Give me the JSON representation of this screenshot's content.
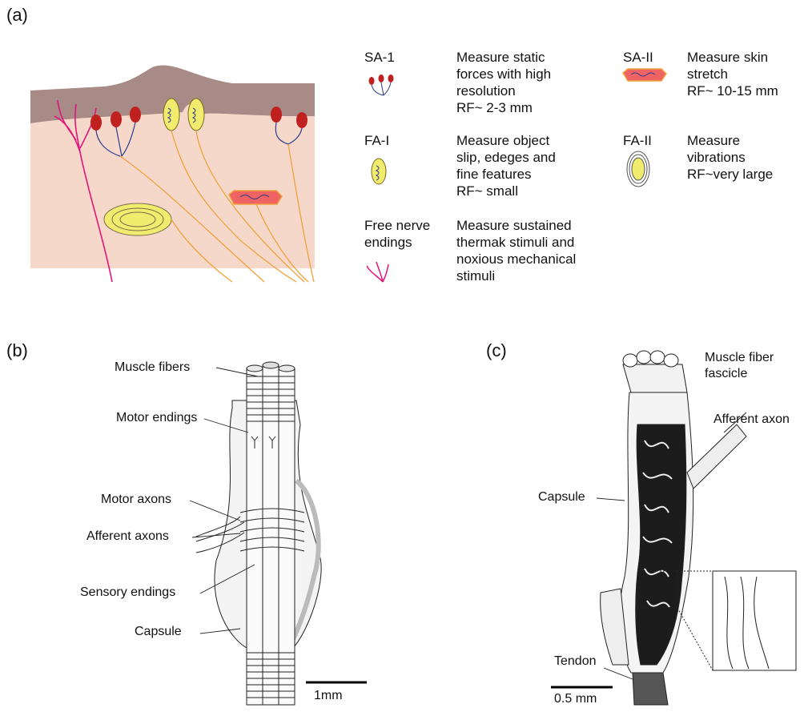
{
  "panels": {
    "a": {
      "label": "(a)",
      "legend": [
        {
          "name": "SA-1",
          "description": "Measure static\nforces with high\nresolution\nRF~ 2-3 mm"
        },
        {
          "name": "SA-II",
          "description": "Measure skin\nstretch\nRF~ 10-15 mm"
        },
        {
          "name": "FA-I",
          "description": "Measure object\nslip, edeges and\nfine features\nRF~ small"
        },
        {
          "name": "FA-II",
          "description": "Measure\nvibrations\nRF~very large"
        },
        {
          "name": "Free nerve\nendings",
          "description": "Measure sustained\nthermak stimuli and\nnoxious mechanical\nstimuli"
        }
      ]
    },
    "b": {
      "label": "(b)",
      "callouts": [
        "Muscle fibers",
        "Motor endings",
        "Motor axons",
        "Afferent axons",
        "Sensory endings",
        "Capsule"
      ],
      "scale": "1mm"
    },
    "c": {
      "label": "(c)",
      "callouts": [
        "Muscle fiber\nfascicle",
        "Afferent axon",
        "Capsule",
        "Tendon"
      ],
      "scale": "0.5 mm"
    }
  },
  "colors": {
    "epidermis": "#a88a86",
    "dermis": "#f6d8cb",
    "receptor_red": "#c0201e",
    "receptor_yellow": "#f1ec6e",
    "nerve_orange": "#f0a23c",
    "free_nerve": "#e0157a",
    "sa2_fill": "#ef6462"
  }
}
